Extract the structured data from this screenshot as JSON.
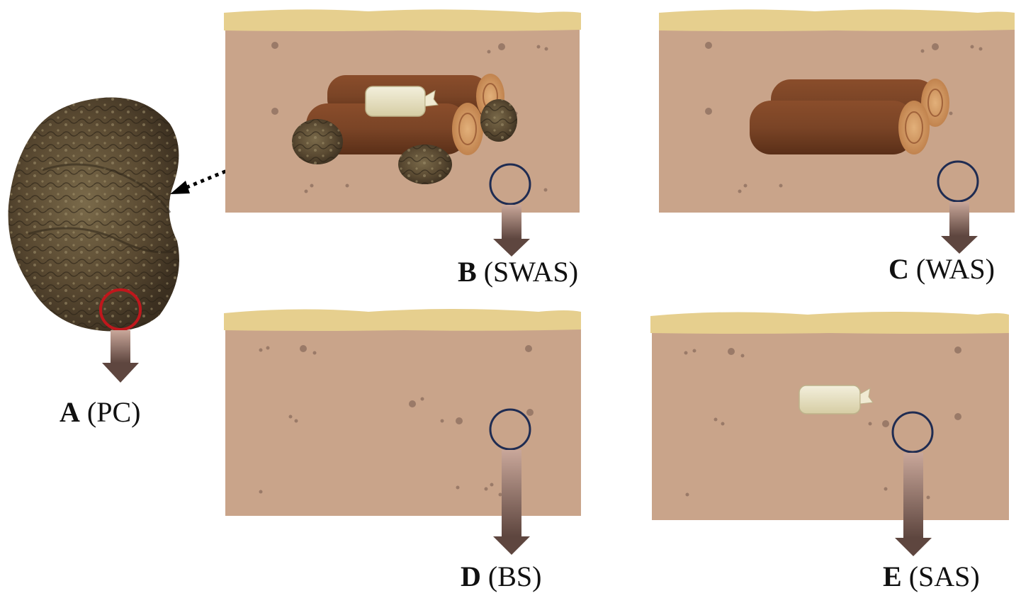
{
  "figure": {
    "panels": [
      {
        "letter": "A",
        "abbr": "(PC)",
        "kind": "sclerotium"
      },
      {
        "letter": "B",
        "abbr": "(SWAS)",
        "contents": [
          "logs",
          "sclerotia",
          "bag"
        ]
      },
      {
        "letter": "C",
        "abbr": "(WAS)",
        "contents": [
          "logs"
        ]
      },
      {
        "letter": "D",
        "abbr": "(BS)",
        "contents": []
      },
      {
        "letter": "E",
        "abbr": "(SAS)",
        "contents": [
          "bag"
        ]
      }
    ],
    "colors": {
      "soil": "#c9a48a",
      "topsoil": "#e6cf8e",
      "sample_ring": "#1f2c52",
      "sclerotium_ring": "#c0171c",
      "arrow": "#6b5149",
      "log": "#7a4426",
      "bag": "#e8e2c6"
    },
    "icons": [
      "sampling-circle-icon",
      "down-arrow-icon",
      "log-icon",
      "mesh-bag-icon",
      "sclerotium-icon",
      "dotted-arrow-icon"
    ]
  }
}
